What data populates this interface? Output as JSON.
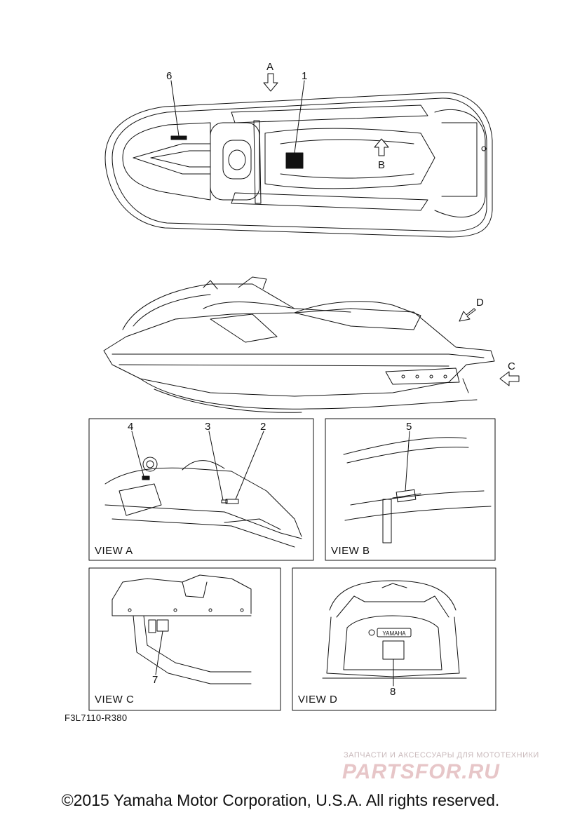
{
  "diagram": {
    "callouts": {
      "n1": "1",
      "n2": "2",
      "n3": "3",
      "n4": "4",
      "n5": "5",
      "n6": "6",
      "n7": "7",
      "n8": "8"
    },
    "arrows": {
      "a": "A",
      "b": "B",
      "c": "C",
      "d": "D"
    },
    "views": {
      "a": "VIEW A",
      "b": "VIEW B",
      "c": "VIEW C",
      "d": "VIEW D"
    },
    "plate_text": "YAMAHA",
    "figure_code": "F3L7110-R380"
  },
  "watermark": {
    "tagline": "ЗАПЧАСТИ И АКСЕССУАРЫ ДЛЯ МОТОТЕХНИКИ",
    "logo": "PARTSFOR.RU"
  },
  "footer": {
    "copyright": "©2015 Yamaha Motor Corporation, U.S.A. All rights reserved."
  },
  "colors": {
    "line": "#111111",
    "watermark": "#e7c6c8"
  }
}
